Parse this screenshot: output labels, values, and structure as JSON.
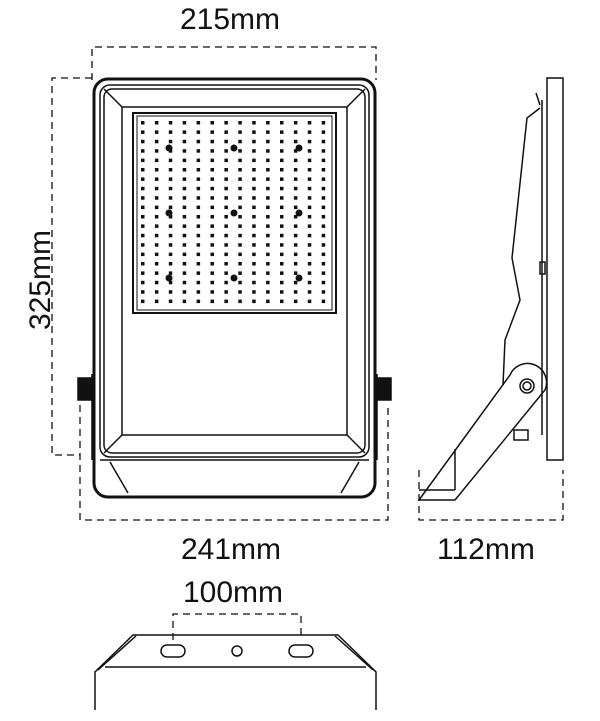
{
  "drawing": {
    "title": "Floodlight dimensional drawing",
    "colors": {
      "line": "#111111",
      "background": "#ffffff"
    },
    "dimensions": {
      "front_width": "215mm",
      "front_height": "325mm",
      "overall_width_with_bracket": "241mm",
      "side_depth": "112mm",
      "mount_hole_spacing": "100mm"
    },
    "views": [
      "front-view",
      "side-view",
      "bracket-top-view"
    ],
    "led_array": {
      "columns": 14,
      "rows": 20,
      "lens_markers": 9
    }
  }
}
